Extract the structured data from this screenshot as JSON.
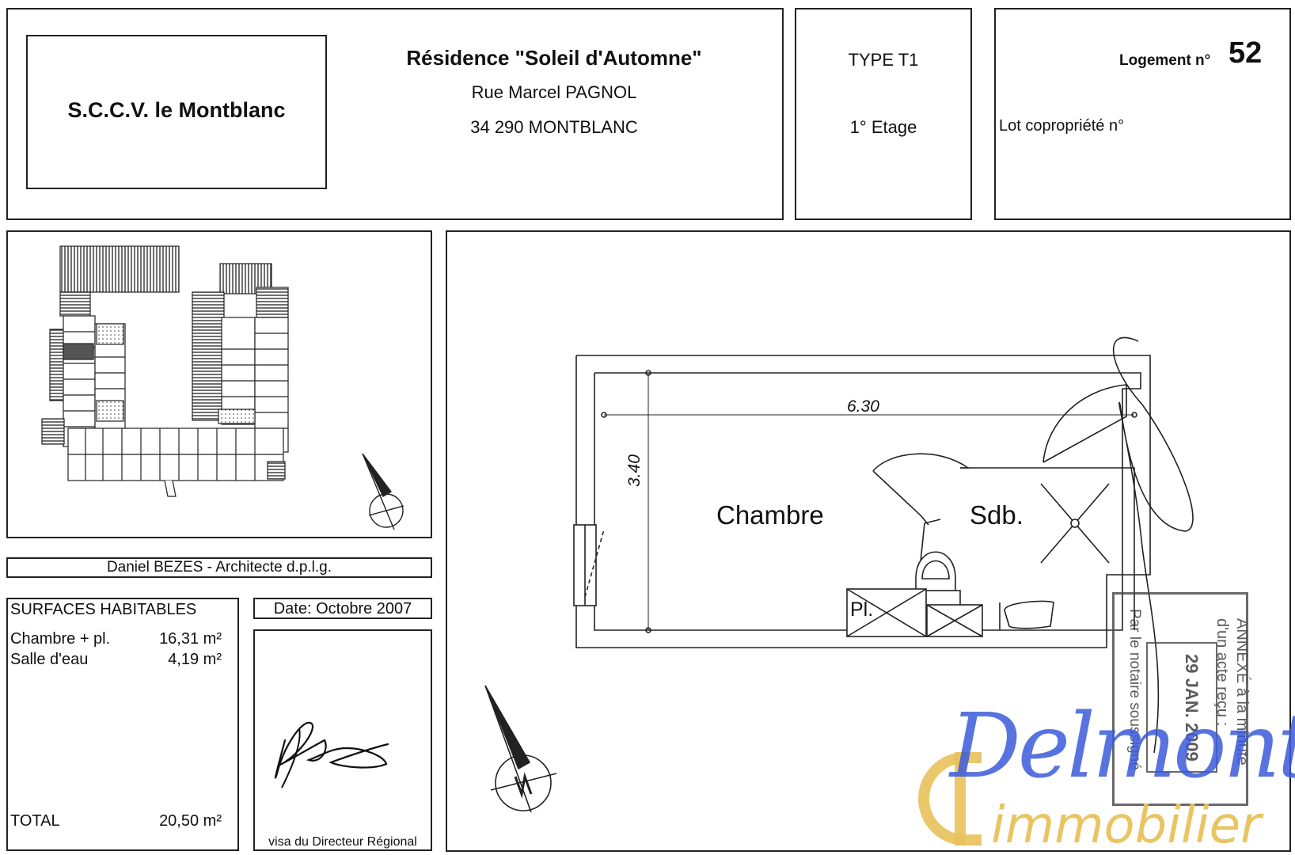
{
  "header": {
    "company": "S.C.C.V. le Montblanc",
    "residence": "Résidence \"Soleil d'Automne\"",
    "street": "Rue Marcel PAGNOL",
    "city": "34 290 MONTBLANC",
    "type": "TYPE T1",
    "floor": "1° Etage",
    "logement_label": "Logement n°",
    "logement_number": "52",
    "lot_label": "Lot copropriété n°"
  },
  "architect": "Daniel BEZES - Architecte d.p.l.g.",
  "surfaces": {
    "title": "SURFACES HABITABLES",
    "rows": [
      {
        "label": "Chambre + pl.",
        "value": "16,31 m²"
      },
      {
        "label": "Salle d'eau",
        "value": "4,19 m²"
      }
    ],
    "total_label": "TOTAL",
    "total_value": "20,50 m²"
  },
  "date": "Date:  Octobre 2007",
  "visa": "visa du Directeur Régional",
  "plan": {
    "width_dim": "6.30",
    "height_dim": "3.40",
    "room_chambre": "Chambre",
    "room_sdb": "Sdb.",
    "placard": "Pl."
  },
  "stamp": {
    "line1": "ANNEXÉ à la minute",
    "line2": "d'un acte reçu :",
    "line3": "Par le notaire soussigné",
    "date": "29 JAN. 2009"
  },
  "logo": {
    "brand": "Delmonte",
    "sub": "immobilier",
    "blue": "#3b5bdb",
    "gold": "#e8c25a"
  }
}
